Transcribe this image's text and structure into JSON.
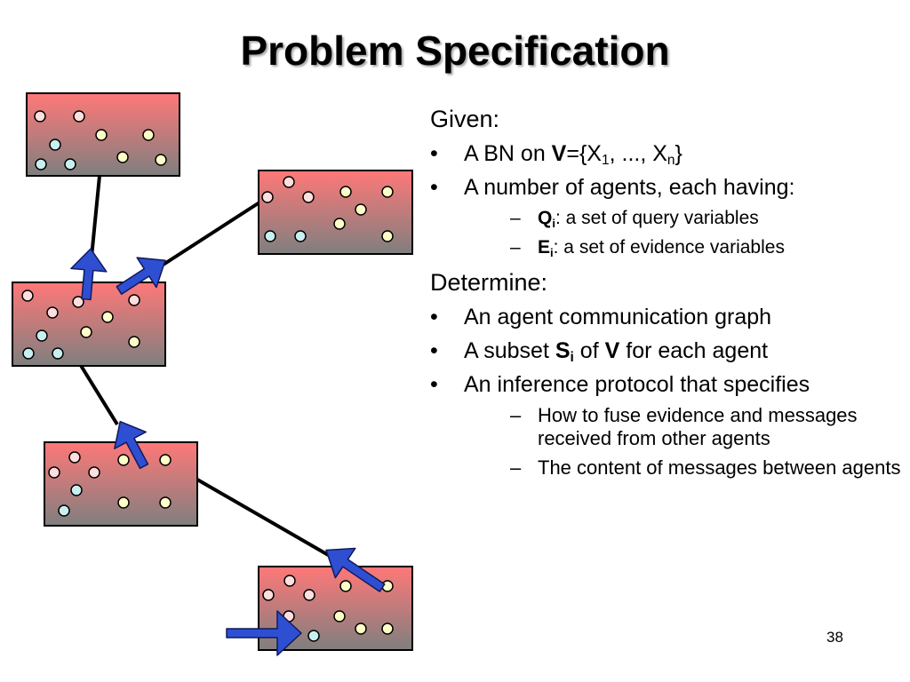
{
  "slide": {
    "title": "Problem Specification",
    "page_number": "38"
  },
  "given": {
    "heading": "Given:",
    "bullet_bn": {
      "prefix": "A BN on ",
      "v": "V",
      "eq": "={X",
      "sub1": "1",
      "mid": ", ..., X",
      "subn": "n",
      "close": "}"
    },
    "bullet_agents": "A number of agents, each having:",
    "sub_q": {
      "letter": "Q",
      "sub": "i",
      "text": ": a set of query variables"
    },
    "sub_e": {
      "letter": "E",
      "sub": "i",
      "text": ": a set of evidence variables"
    }
  },
  "determine": {
    "heading": "Determine:",
    "bullet_graph": "An agent communication graph",
    "bullet_subset": {
      "prefix": "A subset ",
      "s": "S",
      "sub": "i",
      "mid": " of ",
      "v": "V",
      "suffix": " for each agent"
    },
    "bullet_protocol": "An inference protocol that specifies",
    "sub_fuse": "How to fuse evidence and messages received from other agents",
    "sub_content": "The content of messages between agents"
  },
  "colors": {
    "box_top": "#ff7878",
    "box_bottom": "#7f7f7f",
    "node_pink": "#ffdede",
    "node_yellow": "#ffffc8",
    "node_cyan": "#c8f0f0",
    "arrow_fill": "#2f4fd2"
  }
}
